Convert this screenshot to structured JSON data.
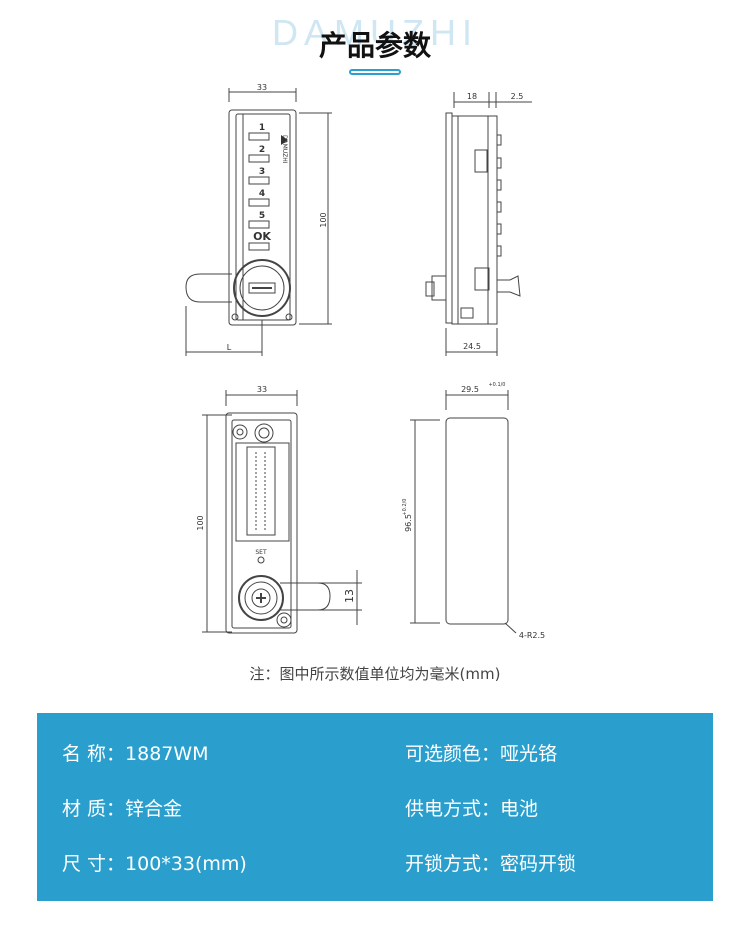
{
  "header": {
    "watermark": "DAMUZHI",
    "title": "产品参数"
  },
  "drawing": {
    "front": {
      "width": "33",
      "height": "100",
      "handle_label": "L",
      "buttons": [
        "1",
        "2",
        "3",
        "4",
        "5",
        "OK"
      ],
      "brand": "DAMUZHI"
    },
    "side": {
      "dim_a": "18",
      "dim_b": "2.5",
      "depth": "24.5"
    },
    "back": {
      "width": "33",
      "height": "100",
      "set_label": "SET",
      "handle_dim": "13"
    },
    "cover": {
      "width": "29.5",
      "width_tol": "+0.1/0",
      "height": "96.5",
      "height_tol": "+0.2/0",
      "radius": "4-R2.5"
    }
  },
  "note": "注：图中所示数值单位均为毫米(mm)",
  "specs": {
    "name": {
      "label": "名 称：",
      "value": "1887WM"
    },
    "color": {
      "label": "可选颜色：",
      "value": "哑光铬"
    },
    "material": {
      "label": "材 质：",
      "value": "锌合金"
    },
    "power": {
      "label": "供电方式：",
      "value": "电池"
    },
    "size": {
      "label": "尺 寸：",
      "value": "100*33(mm)"
    },
    "unlock": {
      "label": "开锁方式：",
      "value": "密码开锁"
    }
  },
  "colors": {
    "accent": "#2a9fcd",
    "watermark": "#cfe6f3"
  }
}
